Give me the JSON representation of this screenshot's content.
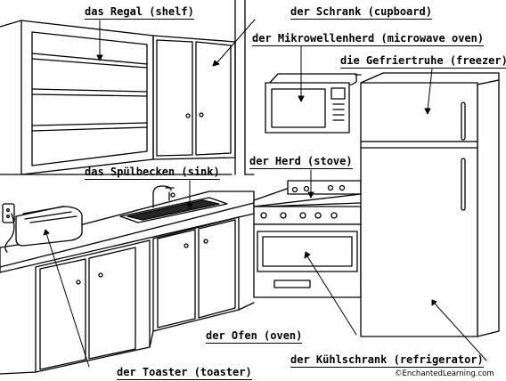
{
  "labels": {
    "shelf": "das Regal (shelf)",
    "cupboard": "der Schrank (cupboard)",
    "microwave": "der Mikrowellenherd (microwave oven)",
    "freezer": "die Gefriertruhe (freezer)",
    "stove": "der Herd (stove)",
    "sink": "das Spülbecken (sink)",
    "oven": "der Ofen (oven)",
    "refrigerator": "der Kühlschrank (refrigerator)",
    "toaster": "der Toaster (toaster)"
  },
  "copyright": "©EnchantedLearning.com"
}
